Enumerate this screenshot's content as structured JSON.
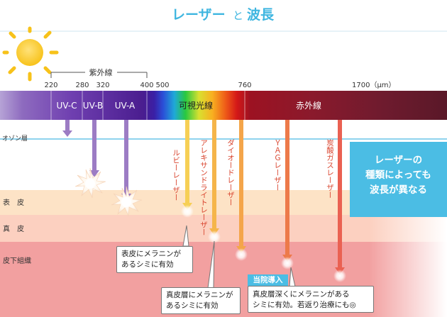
{
  "title": {
    "part1": "レーザー",
    "connector": "と",
    "part2": "波長"
  },
  "uv_group_label": "紫外線",
  "ticks": [
    "220",
    "280",
    "320",
    "400",
    "500",
    "760",
    "1700（μm）"
  ],
  "band_labels": {
    "uvc": "UV-C",
    "uvb": "UV-B",
    "uva": "UV-A",
    "visible": "可視光線",
    "infrared": "赤外線"
  },
  "layers": {
    "ozone": "オゾン層",
    "epidermis": "表　皮",
    "dermis": "真　皮",
    "subcutaneous": "皮下組織"
  },
  "lasers": [
    {
      "name": "ルビーレーザー",
      "color": "#f6cf55"
    },
    {
      "name": "アレキサンドライトレーザー",
      "color": "#f5b54a"
    },
    {
      "name": "ダイオードレーザー",
      "color": "#f4a54a"
    },
    {
      "name": "ＹＡＧレーザー",
      "color": "#ed7a4a"
    },
    {
      "name": "炭酸ガスレーザー",
      "color": "#ea6152"
    }
  ],
  "callout": {
    "line1": "レーザーの",
    "line2": "種類によっても",
    "line3": "波長が異なる"
  },
  "notes": {
    "epidermis": {
      "line1": "表皮にメラニンが",
      "line2": "あるシミに有効"
    },
    "dermis": {
      "line1": "真皮層にメラニンが",
      "line2": "あるシミに有効"
    },
    "deep": {
      "line1": "真皮層深くにメラニンがある",
      "line2": "シミに有効。若返り治療にも◎"
    }
  },
  "badge": "当院導入",
  "colors": {
    "title": "#3fb6e0",
    "ozone_line": "#8fd3ee",
    "uv_arrow": "#9c7cc4",
    "epidermis_band": "#fde3c6",
    "dermis_band": "#fcd0c0",
    "subcutaneous_band": "#f2a0a0",
    "callout": "#4bbde4"
  }
}
